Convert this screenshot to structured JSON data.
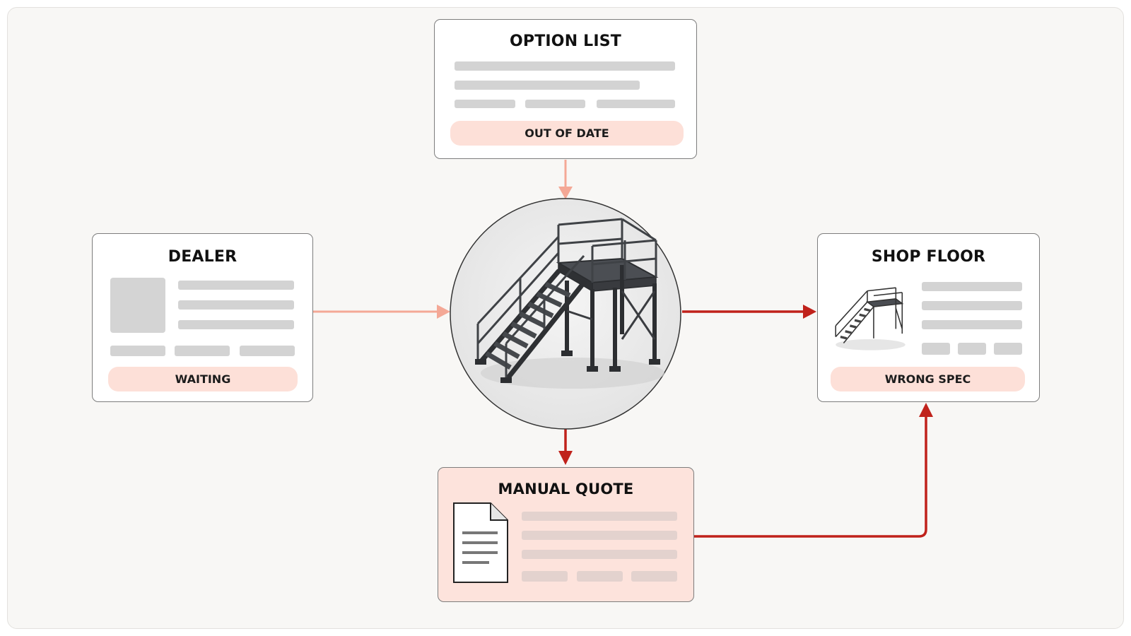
{
  "nodes": {
    "option_list": {
      "title": "OPTION LIST",
      "status": "OUT OF DATE"
    },
    "dealer": {
      "title": "DEALER",
      "status": "WAITING"
    },
    "shop_floor": {
      "title": "SHOP FLOOR",
      "status": "WRONG SPEC"
    },
    "manual_quote": {
      "title": "MANUAL QUOTE"
    },
    "center": {
      "image": "industrial-staircase-platform"
    }
  },
  "edges": [
    {
      "from": "option_list",
      "to": "center",
      "style": "light"
    },
    {
      "from": "dealer",
      "to": "center",
      "style": "light"
    },
    {
      "from": "center",
      "to": "shop_floor",
      "style": "strong"
    },
    {
      "from": "center",
      "to": "manual_quote",
      "style": "strong"
    },
    {
      "from": "manual_quote",
      "to": "shop_floor",
      "style": "strong"
    }
  ],
  "colors": {
    "light_arrow": "#f4a896",
    "strong_arrow": "#c0221b",
    "pill": "#fde0d8",
    "placeholder": "#d3d3d3",
    "background": "#f8f7f5"
  }
}
